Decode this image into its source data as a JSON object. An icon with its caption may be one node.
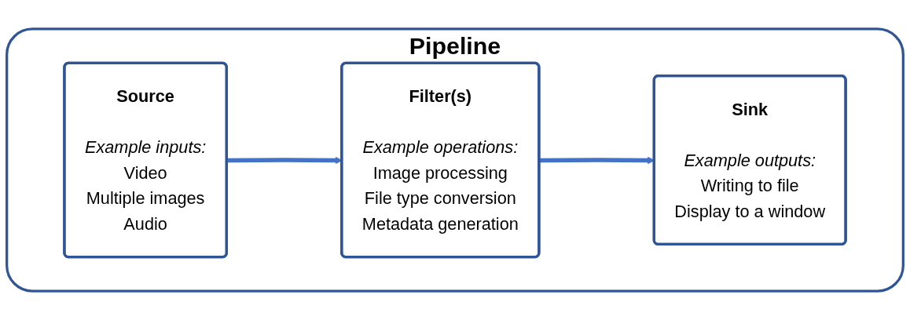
{
  "diagram": {
    "nodes": [
      {
        "text": [
          "Pipeline"
        ]
      },
      {
        "text": [
          "Source",
          "Example inputs:",
          "Video",
          "Multiple images",
          "Audio"
        ],
        "in": 0
      },
      {
        "text": [
          "Filter(s)",
          "Example operations:",
          "Image processing",
          "File type conversion",
          "Metadata generation"
        ],
        "in": 0
      },
      {
        "text": [
          "Sink",
          "Example outputs:",
          "Writing to file",
          "Display to a window"
        ],
        "in": 0
      }
    ],
    "edges": [
      {
        "from": 1,
        "to": 2,
        "arrow": "to"
      },
      {
        "from": 2,
        "to": 3,
        "arrow": "to"
      }
    ]
  }
}
